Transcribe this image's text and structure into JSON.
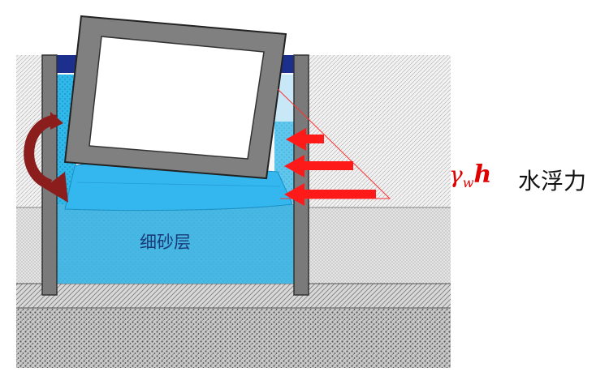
{
  "labels": {
    "sand_layer": "细砂层",
    "formula_symbol": "γ",
    "formula_subscript": "w",
    "formula_var": "h",
    "buoyancy": "水浮力"
  },
  "colors": {
    "steel_wall": "#7a7a7a",
    "water": "#2fb9ea",
    "sand_layer": "#4fb8e0",
    "arrow_red": "#ff1a1a",
    "rotation_arrow": "#8b1d1d",
    "pressure_triangle": "#ff3030",
    "cap_dark_blue": "#1c2f8c"
  },
  "icons": {
    "rotation": "curved-rotation-arrow",
    "push": "red-left-arrow"
  }
}
